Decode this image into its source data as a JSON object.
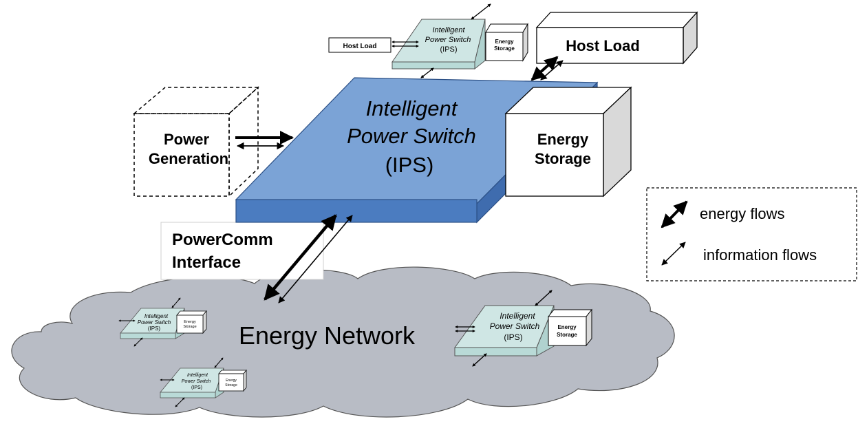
{
  "main_switch": {
    "line1": "Intelligent",
    "line2": "Power Switch",
    "line3": "(IPS)",
    "colors": {
      "top": "#7BA3D6",
      "front": "#4B7CC0",
      "side": "#3F6CAE"
    }
  },
  "power_generation": {
    "line1": "Power",
    "line2": "Generation"
  },
  "energy_storage": {
    "line1": "Energy",
    "line2": "Storage"
  },
  "host_load": {
    "label": "Host Load"
  },
  "powercomm": {
    "line1": "PowerComm",
    "line2": "Interface"
  },
  "network": {
    "label": "Energy Network",
    "cloud_color": "#B8BCC5"
  },
  "mini_ips": {
    "line1": "Intelligent",
    "line2": "Power Switch",
    "line3": "(IPS)",
    "storage_line1": "Energy",
    "storage_line2": "Storage",
    "host_load": "Host Load",
    "color": "#CFE6E4"
  },
  "legend": {
    "energy": "energy flows",
    "information": "information flows"
  }
}
